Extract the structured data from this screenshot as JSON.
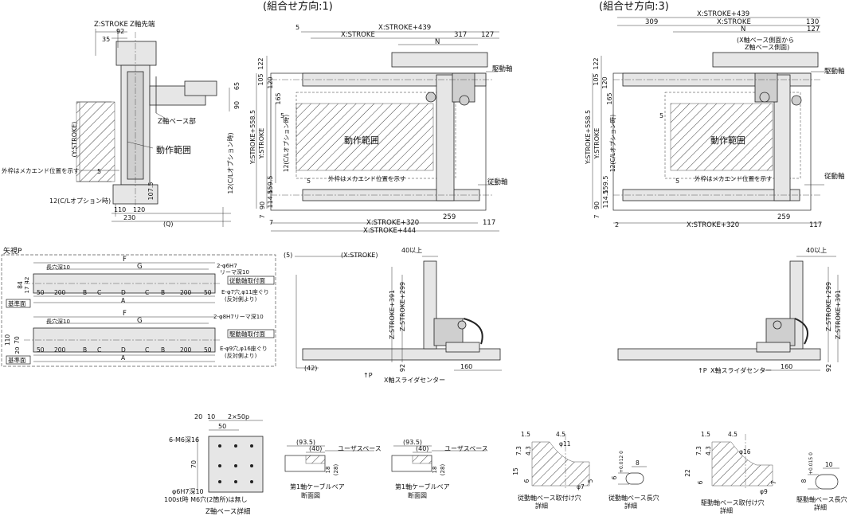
{
  "header": {
    "title_left": "(組合せ方向:1)",
    "title_right": "(組合せ方向:3)"
  },
  "side_view": {
    "z_stroke": "Z:STROKE",
    "z_tip": "Z軸先端",
    "d92": "92",
    "d35": "35",
    "y_stroke": "(Y:STROKE)",
    "z_base": "Z軸ベース部",
    "motion_range": "動作範囲",
    "outer_frame": "外枠はメカエンド位置を示す",
    "d5": "5",
    "cl_option": "12(C/Lオプション時)",
    "d107_5": "107.5",
    "d110": "110",
    "d120": "120",
    "d230": "230",
    "q": "(Q)",
    "d90": "90",
    "d65": "65"
  },
  "top_view_1": {
    "d5": "5",
    "x_stroke_439": "X:STROKE+439",
    "x_stroke": "X:STROKE",
    "d317": "317",
    "d127": "127",
    "n": "N",
    "drive_axis": "駆動軸",
    "driven_axis": "従動軸",
    "d122": "122",
    "d105": "105",
    "d120": "120",
    "d165": "165",
    "y_stroke_558": "Y:STROKE+558.5",
    "y_stroke": "Y:STROKE",
    "cl_option": "12(C/Lオプション時)",
    "motion_range": "動作範囲",
    "outer_frame": "外枠はメカエンド位置を示す",
    "d159_5": "159.5",
    "d114_5": "114.5",
    "d90": "90",
    "d7": "7",
    "x_stroke_320": "X:STROKE+320",
    "d259": "259",
    "d117": "117",
    "x_stroke_444": "X:STROKE+444",
    "d5b": "5"
  },
  "top_view_3": {
    "x_stroke_439": "X:STROKE+439",
    "d309": "309",
    "x_stroke": "X:STROKE",
    "d130": "130",
    "n": "N",
    "d127": "127",
    "note": "(X軸ベース側面から",
    "note2": "Z軸ベース側面)",
    "drive_axis": "駆動軸",
    "driven_axis": "従動軸",
    "d122": "122",
    "d105": "105",
    "d120": "120",
    "d165": "165",
    "y_stroke_558": "Y:STROKE+558.5",
    "y_stroke": "Y:STROKE",
    "cl_option": "12(C/Lオプション時)",
    "motion_range": "動作範囲",
    "outer_frame": "外枠はメカエンド位置を示す",
    "d159_5": "159.5",
    "d114_5": "114.5",
    "d90": "90",
    "d7": "7",
    "d2": "2",
    "x_stroke_320": "X:STROKE+320",
    "d259": "259",
    "d117": "117",
    "d5": "5"
  },
  "view_p": {
    "label": "矢視P",
    "f": "F",
    "g": "G",
    "long_hole": "長穴深10",
    "pin_hole": "2-φ6H7",
    "reamer": "リーマ深10",
    "driven_surface": "従動軸取付面",
    "driven_hole": "E-φ7穴,φ11座ぐり",
    "opposite": "(反対側より)",
    "base_surface": "基準面",
    "d200": "200",
    "b": "B",
    "c": "C",
    "d": "D",
    "a": "A",
    "d50": "50",
    "d84": "84",
    "d17": "17",
    "d42": "42",
    "d110": "110",
    "d70": "70",
    "d20": "20",
    "long_hole2": "長穴深10",
    "pin_hole2": "2-φ8H7リーマ深10",
    "drive_surface": "駆動軸取付面",
    "drive_hole": "E-φ9穴,φ16座ぐり",
    "opposite2": "(反対側より)",
    "base_surface2": "基準面"
  },
  "front_1": {
    "d5": "(5)",
    "x_stroke": "(X:STROKE)",
    "d40": "40以上",
    "z391": "Z:STROKE+391",
    "z299": "Z:STROKE+299",
    "d92": "92",
    "d42": "(42)",
    "d160": "160",
    "p": "↑P",
    "slider": "X軸スライダセンター"
  },
  "front_3": {
    "d40": "40以上",
    "z299": "Z:STROKE+299",
    "z391": "Z:STROKE+391",
    "d92": "92",
    "d160": "160",
    "p": "↑P",
    "slider": "X軸スライダセンター"
  },
  "details": {
    "z_base": {
      "title": "Z軸ベース詳細",
      "d10": "10",
      "d20": "20",
      "pitch": "2×50p",
      "d50": "50",
      "m6": "6-M6深16",
      "d70": "70",
      "pin": "φ6H7深10",
      "note": "100st時 M6穴(2箇所)は無し"
    },
    "cable1": {
      "title": "第1軸ケーブルベア",
      "title2": "断面図",
      "d93_5": "(93.5)",
      "d40": "(40)",
      "user": "ユーザスペース",
      "d18": "18",
      "d28": "(28)"
    },
    "cable2": {
      "title": "第1軸ケーブルベア",
      "title2": "断面図",
      "d93_5": "(93.5)",
      "d40": "(40)",
      "user": "ユーザスペース",
      "d18": "18",
      "d28": "(28)"
    },
    "driven_hole": {
      "title": "従動軸ベース取付け穴",
      "title2": "詳細",
      "d1_5": "1.5",
      "d4_5": "4.5",
      "d7_3": "7.3",
      "d4_3": "4.3",
      "d11": "φ11",
      "d15": "15",
      "d6": "6",
      "d7": "φ7",
      "d5": "5"
    },
    "driven_slot": {
      "title": "従動軸ベース長穴",
      "title2": "詳細",
      "d6": "6",
      "tol": "+0.012 0",
      "d8": "8"
    },
    "drive_hole": {
      "title": "駆動軸ベース取付け穴",
      "title2": "詳細",
      "d1_5": "1.5",
      "d4_5": "4.5",
      "d7_3": "7.3",
      "d4_3": "4.3",
      "d16": "φ16",
      "d22": "22",
      "d6": "6",
      "d9": "φ9",
      "d7": "7"
    },
    "drive_slot": {
      "title": "駆動軸ベース長穴",
      "title2": "詳細",
      "d8": "8",
      "tol": "+0.015 0",
      "d10": "10"
    }
  }
}
